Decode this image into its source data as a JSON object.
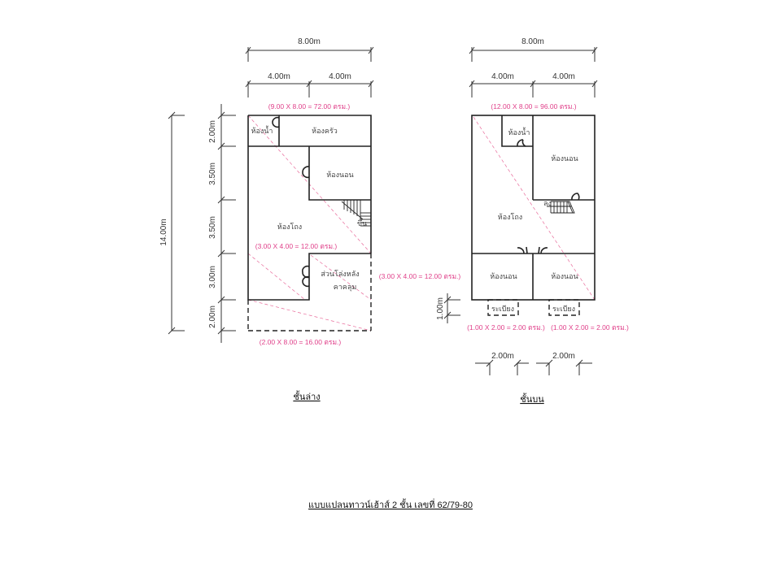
{
  "ground_floor": {
    "label": "ชั้นล่าง",
    "dims": {
      "total_width": "8.00m",
      "half_left": "4.00m",
      "half_right": "4.00m",
      "total_depth": "14.00m",
      "rows": [
        "2.00m",
        "3.50m",
        "3.50m",
        "3.00m",
        "2.00m"
      ]
    },
    "areas": {
      "main": "(9.00 X 8.00 = 72.00 ตรม.)",
      "mid": "(3.00 X 4.00 = 12.00 ตรม.)",
      "rear_side": "(3.00 X 4.00 = 12.00 ตรม.)",
      "front": "(2.00 X 8.00 = 16.00 ตรม.)"
    },
    "rooms": {
      "bathroom": "ห้องน้ำ",
      "kitchen": "ห้องครัว",
      "bedroom": "ห้องนอน",
      "hall": "ห้องโถง",
      "rear_line1": "ส่วนโล่งหลัง",
      "rear_line2": "คาคลุม",
      "stair_up": "ขึ้น"
    }
  },
  "upper_floor": {
    "label": "ชั้นบน",
    "dims": {
      "total_width": "8.00m",
      "half_left": "4.00m",
      "half_right": "4.00m",
      "balcony_depth": "1.00m",
      "balcony_w1": "2.00m",
      "balcony_w2": "2.00m"
    },
    "areas": {
      "main": "(12.00 X 8.00 = 96.00 ตรม.)",
      "balcony1": "(1.00 X 2.00 = 2.00 ตรม.)",
      "balcony2": "(1.00 X 2.00 = 2.00 ตรม.)"
    },
    "rooms": {
      "bathroom": "ห้องน้ำ",
      "bedroom_top": "ห้องนอน",
      "hall": "ห้องโถง",
      "bedroom_left": "ห้องนอน",
      "bedroom_right": "ห้องนอน",
      "balcony_left": "ระเบียง",
      "balcony_right": "ระเบียง",
      "stair_down": "ลง"
    }
  },
  "title": "แบบแปลนทาวน์เฮ้าส์ 2 ชั้น เลขที่ 62/79-80",
  "colors": {
    "area_text": "#e0408a",
    "lines": "#222222"
  }
}
